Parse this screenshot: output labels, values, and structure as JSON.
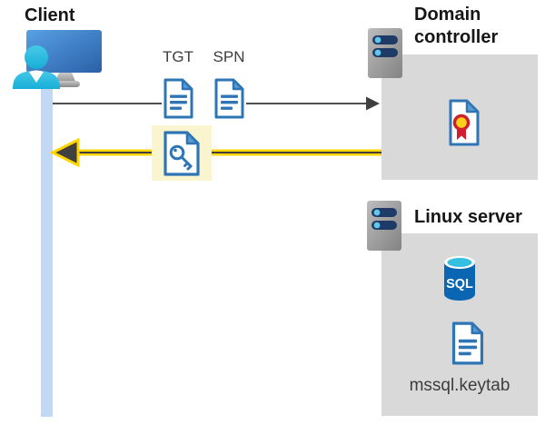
{
  "nodes": {
    "client": {
      "label": "Client"
    },
    "domain_controller": {
      "label": "Domain controller"
    },
    "linux_server": {
      "label": "Linux server"
    }
  },
  "tickets": {
    "tgt": {
      "label": "TGT"
    },
    "spn": {
      "label": "SPN"
    }
  },
  "linux_contents": {
    "sql_badge": "SQL",
    "keytab_file": "mssql.keytab"
  },
  "icons": [
    "client-user-workstation-icon",
    "server-icon",
    "document-icon",
    "key-document-icon",
    "certificate-icon",
    "sql-database-icon",
    "arrow-right-gray",
    "arrow-left-yellow"
  ],
  "colors": {
    "accent_yellow": "#ffd500",
    "highlight_box_yellow": "#faf4cf",
    "doc_border_blue": "#2e75b6",
    "doc_fold_blue": "#5b9bd5",
    "box_gray": "#d9d9d9",
    "arrow_dark_gray": "#4d4d4d",
    "lifeline_blue": "#c1d9f7",
    "sql_cylinder_blue": "#0a66b2",
    "sql_top_cyan": "#35bfe3",
    "cert_ribbon_red": "#cf1f2f",
    "cert_seal_gold": "#ffd018",
    "server_bar_navy": "#1e3a66",
    "server_dot_blue": "#5ec7ea",
    "person_cyan": "#35c3e3",
    "monitor_blue": "#2d63ac"
  }
}
